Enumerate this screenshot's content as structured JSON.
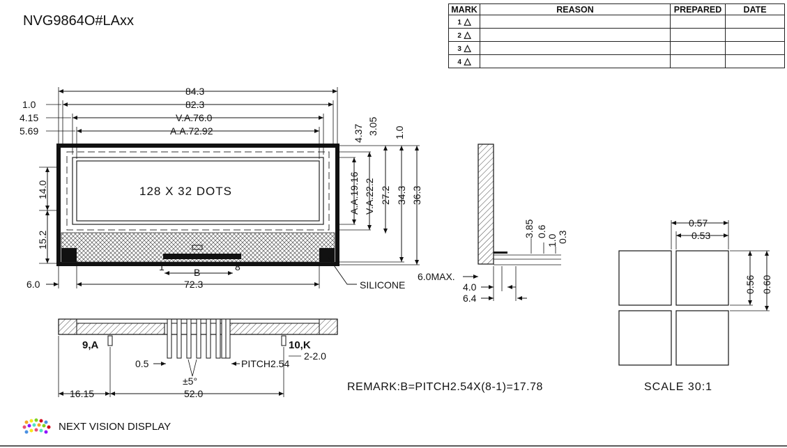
{
  "title": "NVG9864O#LAxx",
  "company": "NEXT VISION DISPLAY",
  "revision_table": {
    "headers": [
      "MARK",
      "REASON",
      "PREPARED",
      "DATE"
    ],
    "marks": [
      "1",
      "2",
      "3",
      "4"
    ]
  },
  "front_view": {
    "dims_top": [
      "84.3",
      "82.3",
      "V.A.76.0",
      "A.A.72.92"
    ],
    "dims_left_top": [
      "1.0",
      "4.15",
      "5.69"
    ],
    "dims_right_top": [
      "4.37",
      "3.05",
      "1.0"
    ],
    "dims_right_vertical": [
      "A.A.19.16",
      "V.A.22.2",
      "27.2",
      "34.3",
      "36.3"
    ],
    "dims_left_vertical": [
      "14.0",
      "15.2"
    ],
    "center_text": "128 X 32 DOTS",
    "pin_first": "1",
    "pin_last": "8",
    "pin_span": "B",
    "dim_bottom_left": "6.0",
    "dim_bottom": "72.3",
    "silicone_label": "SILICONE"
  },
  "bottom_view": {
    "pin_left_label": "9,A",
    "pin_right_label": "10,K",
    "pin_right_dim": "2-2.0",
    "pin_width": "0.5",
    "pitch": "PITCH2.54",
    "angle": "±5°",
    "dim_left": "16.15",
    "dim_total": "52.0"
  },
  "side_view": {
    "dims_vertical": [
      "3.85",
      "0.6",
      "1.0",
      "0.3"
    ],
    "max_thickness": "6.0MAX.",
    "dims_horizontal": [
      "4.0",
      "6.4"
    ]
  },
  "pixel_detail": {
    "dim_top_outer": "0.57",
    "dim_top_inner": "0.53",
    "dim_right_inner": "0.56",
    "dim_right_outer": "0.60",
    "scale": "SCALE 30:1"
  },
  "remark": "REMARK:B=PITCH2.54X(8-1)=17.78"
}
